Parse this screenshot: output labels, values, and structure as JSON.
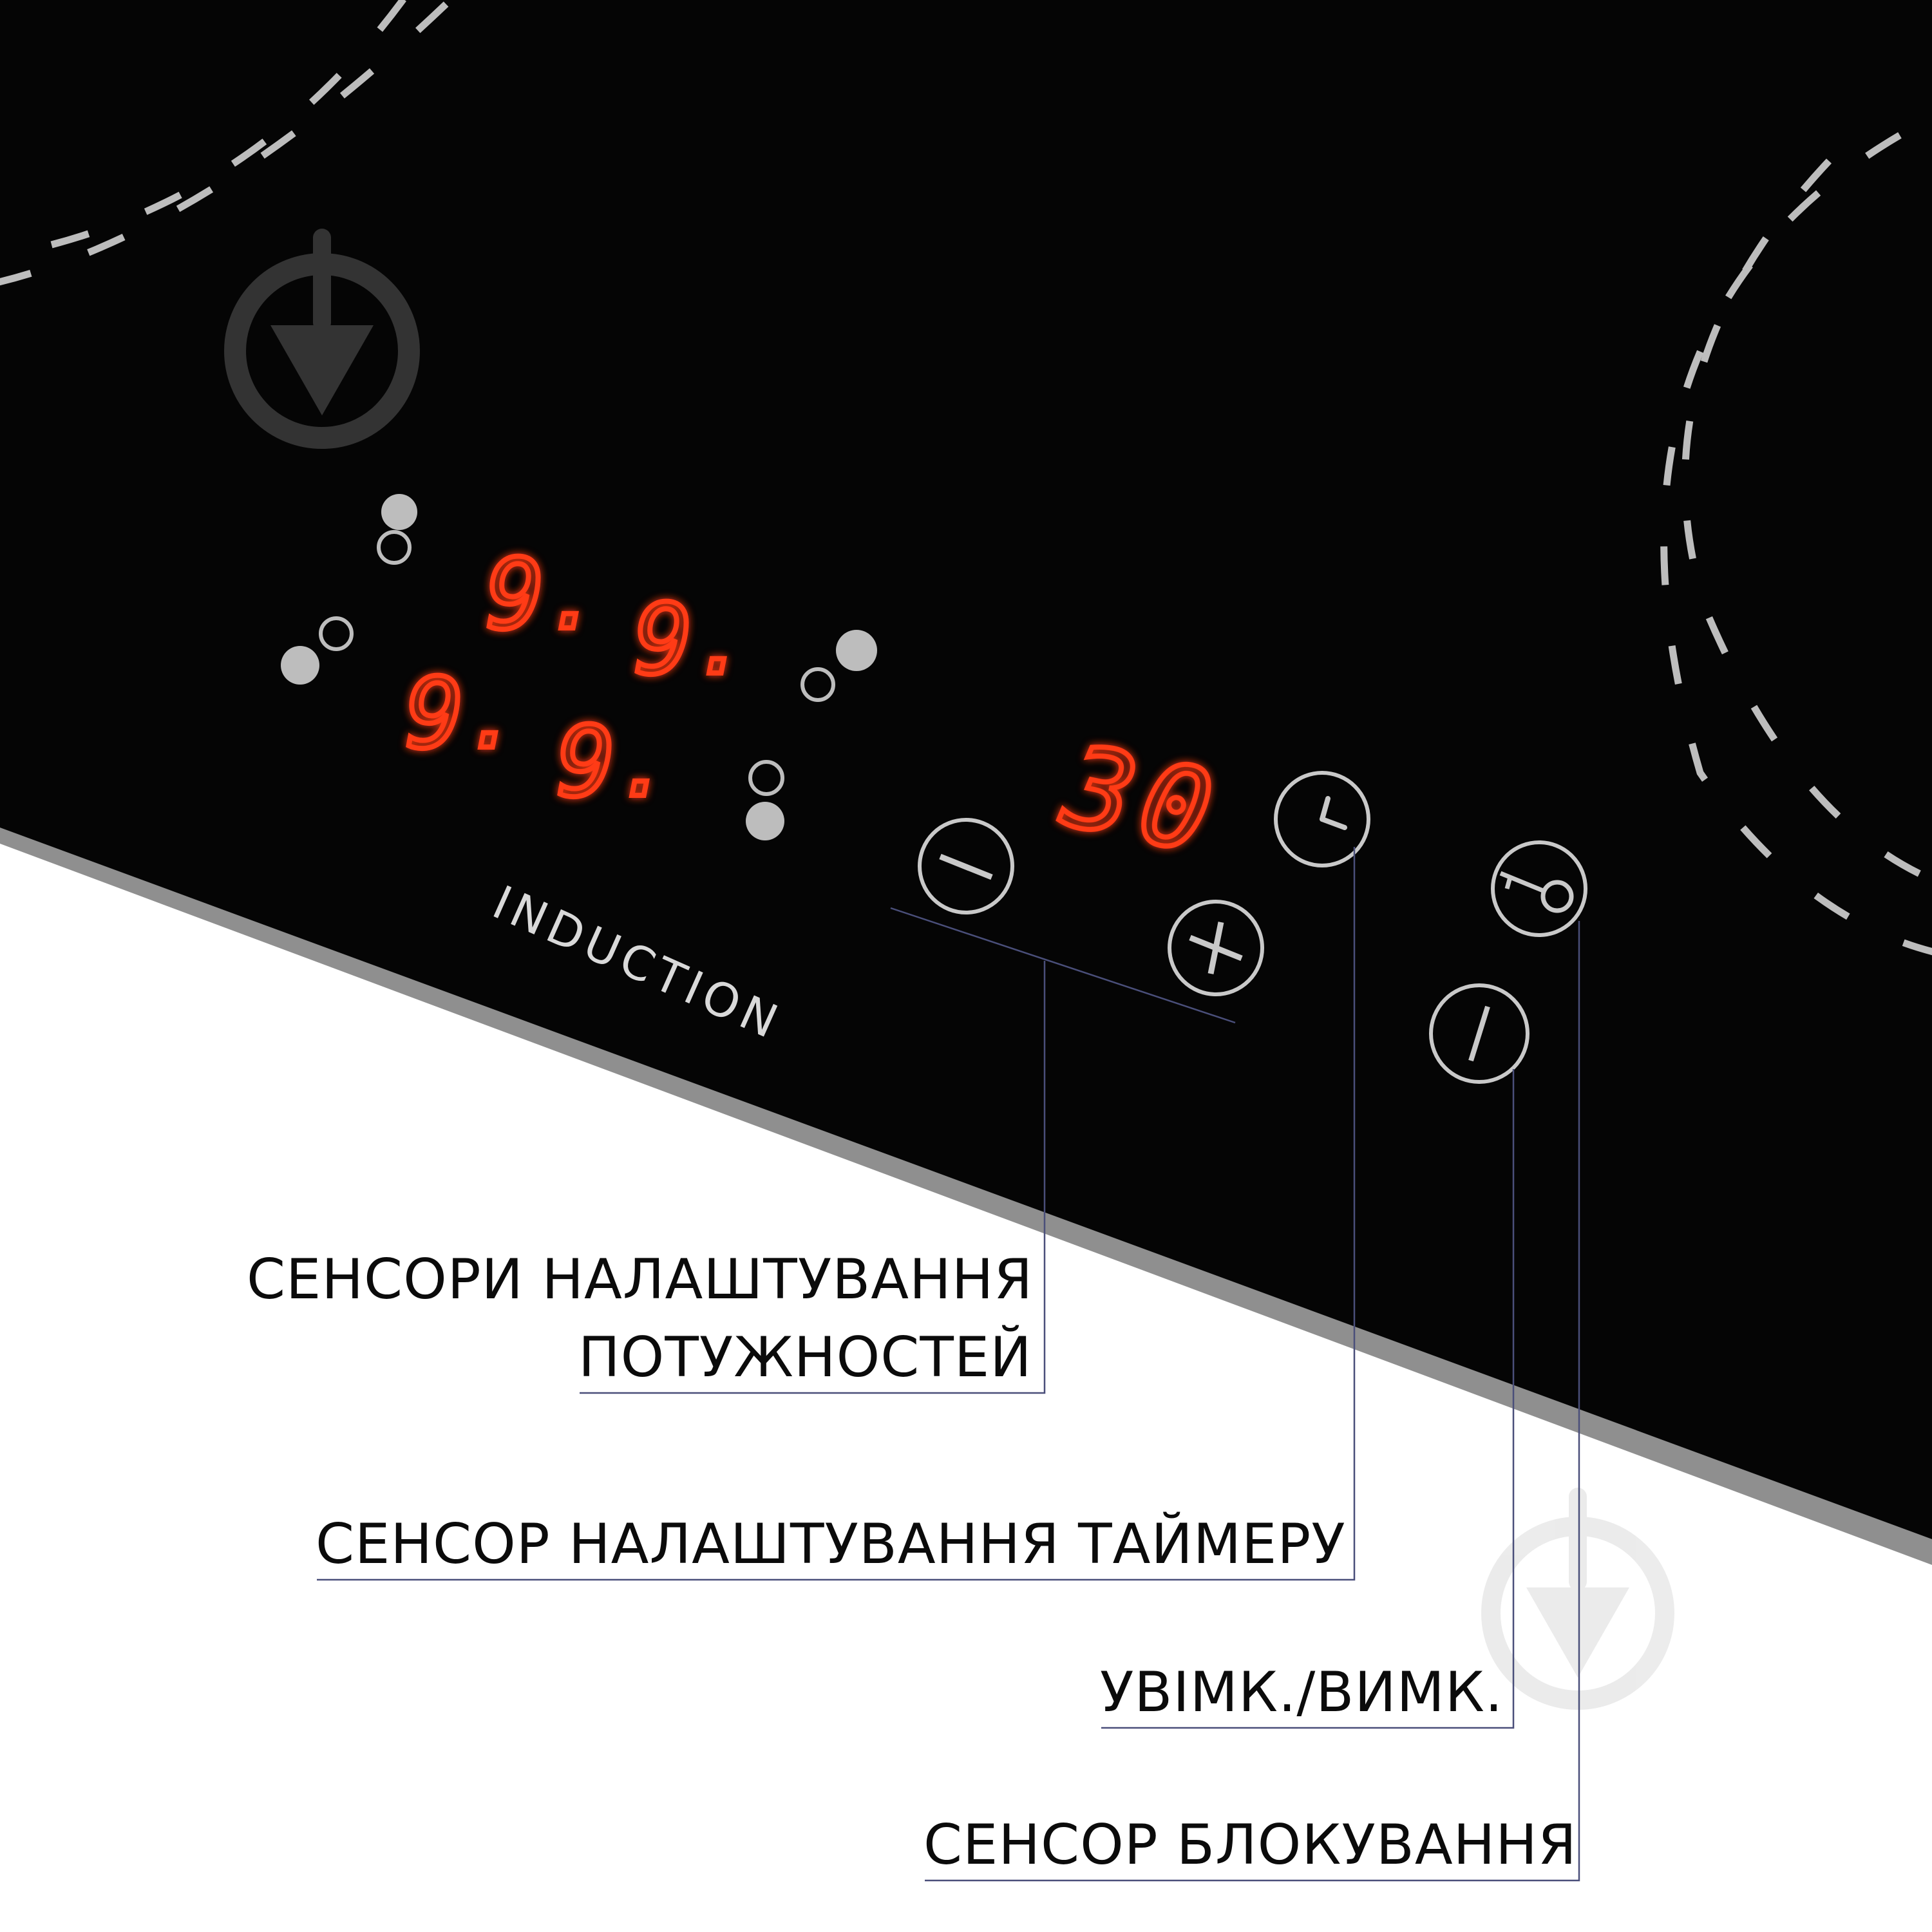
{
  "brand": {
    "cooktop_label": "INDUCTION"
  },
  "displays": {
    "zone_levels": [
      "9.",
      "9.",
      "9.",
      "9."
    ],
    "timer": "30"
  },
  "controls": {
    "minus_symbol": "−",
    "plus_symbol": "+",
    "timer_icon": "clock-icon",
    "lock_icon": "key-icon",
    "power_icon": "power-icon"
  },
  "callouts": {
    "power_sensors_line1": "СЕНСОРИ НАЛАШТУВАННЯ",
    "power_sensors_line2": "ПОТУЖНОСТЕЙ",
    "timer_sensor": "СЕНСОР НАЛАШТУВАННЯ ТАЙМЕРУ",
    "on_off": "УВІМК./ВИМК.",
    "lock_sensor": "СЕНСОР БЛОКУВАННЯ"
  },
  "colors": {
    "glass": "#050505",
    "frame": "#8f8f8f",
    "digits": "#ff3a12",
    "symbols": "#c9c9c9",
    "leader_lines": "#4a4f7a"
  }
}
